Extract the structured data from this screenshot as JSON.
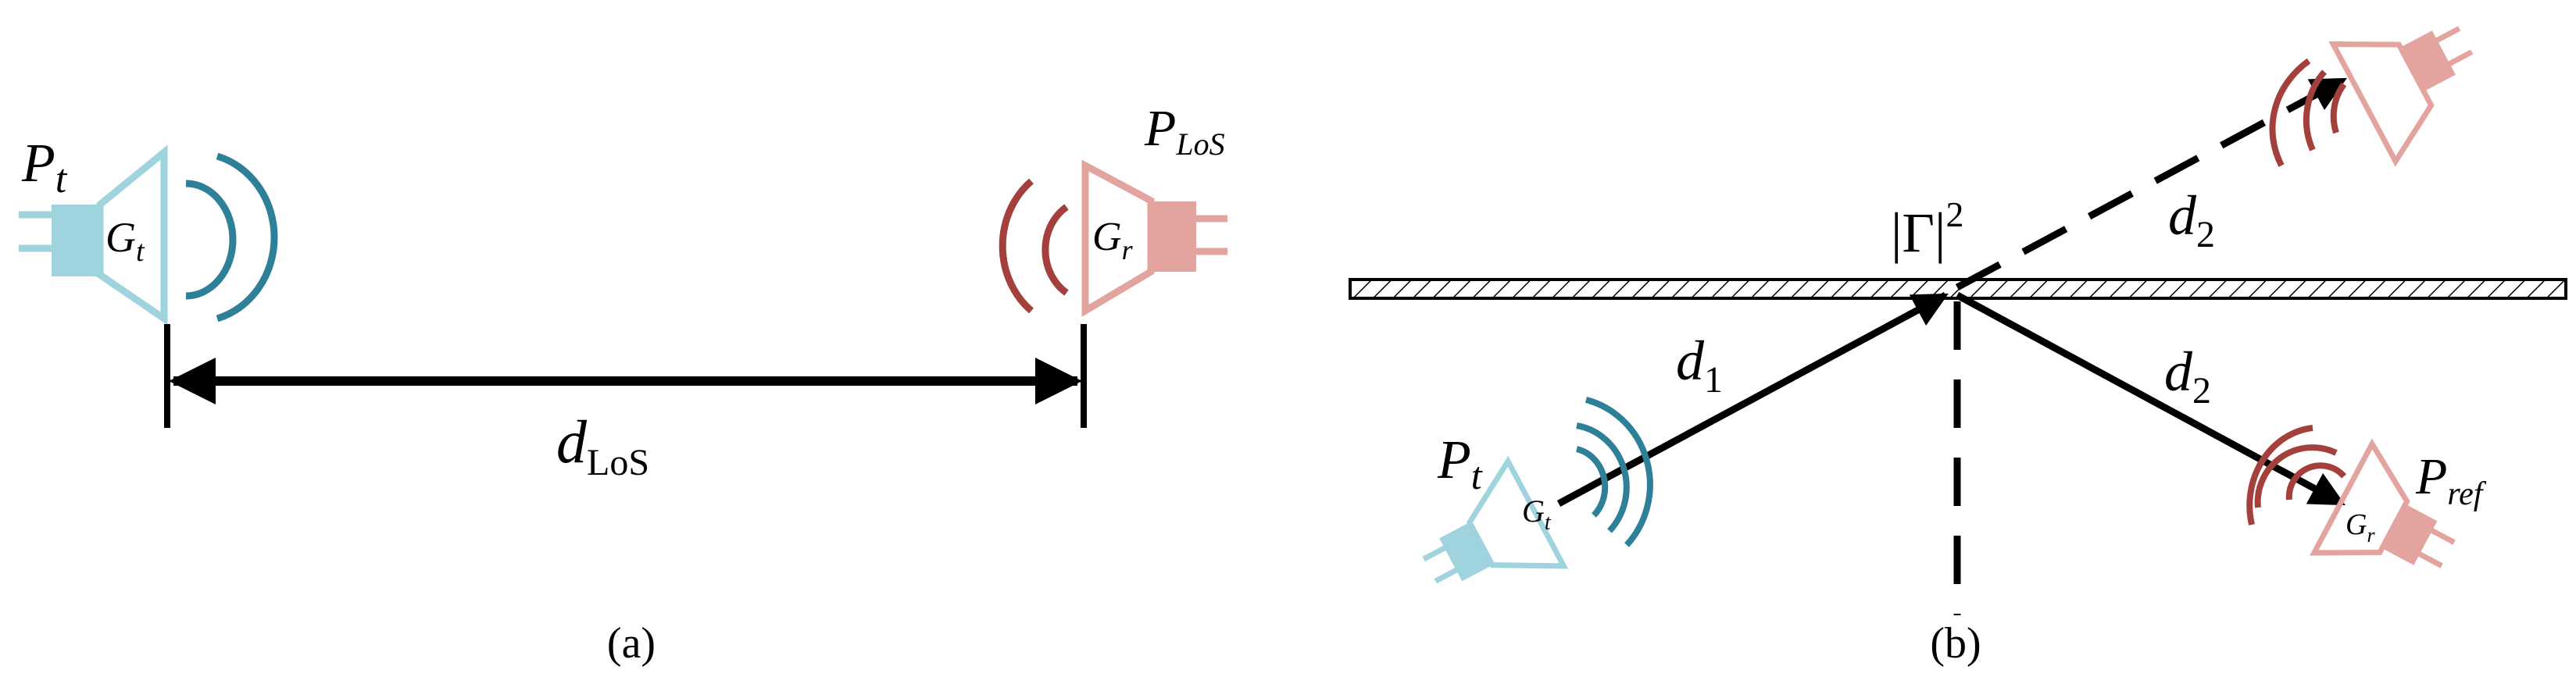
{
  "colors": {
    "tx": "#9fd3de",
    "tx_wave": "#2e7f98",
    "rx": "#e3a49f",
    "rx_wave": "#a3403c",
    "ink": "#000000"
  },
  "panel_a": {
    "caption": "(a)",
    "tx_power": {
      "main": "P",
      "sub": "t"
    },
    "tx_gain": {
      "main": "G",
      "sub": "t"
    },
    "rx_power": {
      "main": "P",
      "sub": "LoS"
    },
    "rx_gain": {
      "main": "G",
      "sub": "r"
    },
    "distance": {
      "main": "d",
      "sub": "LoS"
    }
  },
  "panel_b": {
    "caption": "(b)",
    "tx_power": {
      "main": "P",
      "sub": "t"
    },
    "tx_gain": {
      "main": "G",
      "sub": "t"
    },
    "rx_power": {
      "main": "P",
      "sub": "ref"
    },
    "rx_gain": {
      "main": "G",
      "sub": "r"
    },
    "incident_distance": {
      "main": "d",
      "sub": "1"
    },
    "reflected_distance": {
      "main": "d",
      "sub": "2"
    },
    "image_distance": {
      "main": "d",
      "sub": "2"
    },
    "reflection_coefficient": {
      "symbol": "Γ",
      "exponent": "2"
    }
  }
}
